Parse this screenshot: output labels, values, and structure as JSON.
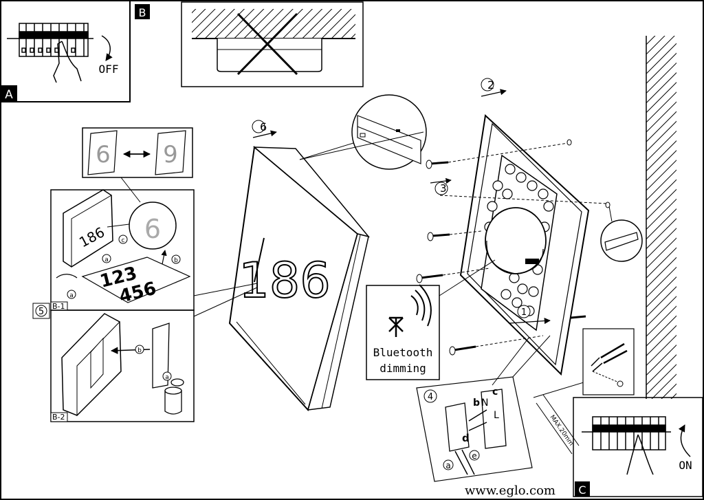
{
  "panels": {
    "a": {
      "tag": "A",
      "switch_state": "OFF"
    },
    "b": {
      "tag": "B"
    },
    "c": {
      "tag": "C",
      "switch_state": "ON"
    },
    "b1": {
      "tag": "B-1",
      "sample_numbers_top": "123",
      "sample_numbers_bottom": "456",
      "digit_left": "6",
      "digit_right": "9"
    },
    "b2": {
      "tag": "B-2"
    },
    "step5": {
      "number": "5"
    }
  },
  "steps": {
    "s1": "1",
    "s2": "2",
    "s3": "3",
    "s4": "4",
    "s6": "6"
  },
  "house_number": "186",
  "sub_steps": {
    "a": "a",
    "b": "b",
    "c": "c",
    "d": "d",
    "e": "e"
  },
  "wiring": {
    "n_label": "N",
    "l_label": "L"
  },
  "bluetooth": {
    "line1": "Bluetooth",
    "line2": "dimming"
  },
  "cable_note": "MAX.20mm",
  "footer": {
    "url": "www.eglo.com"
  }
}
